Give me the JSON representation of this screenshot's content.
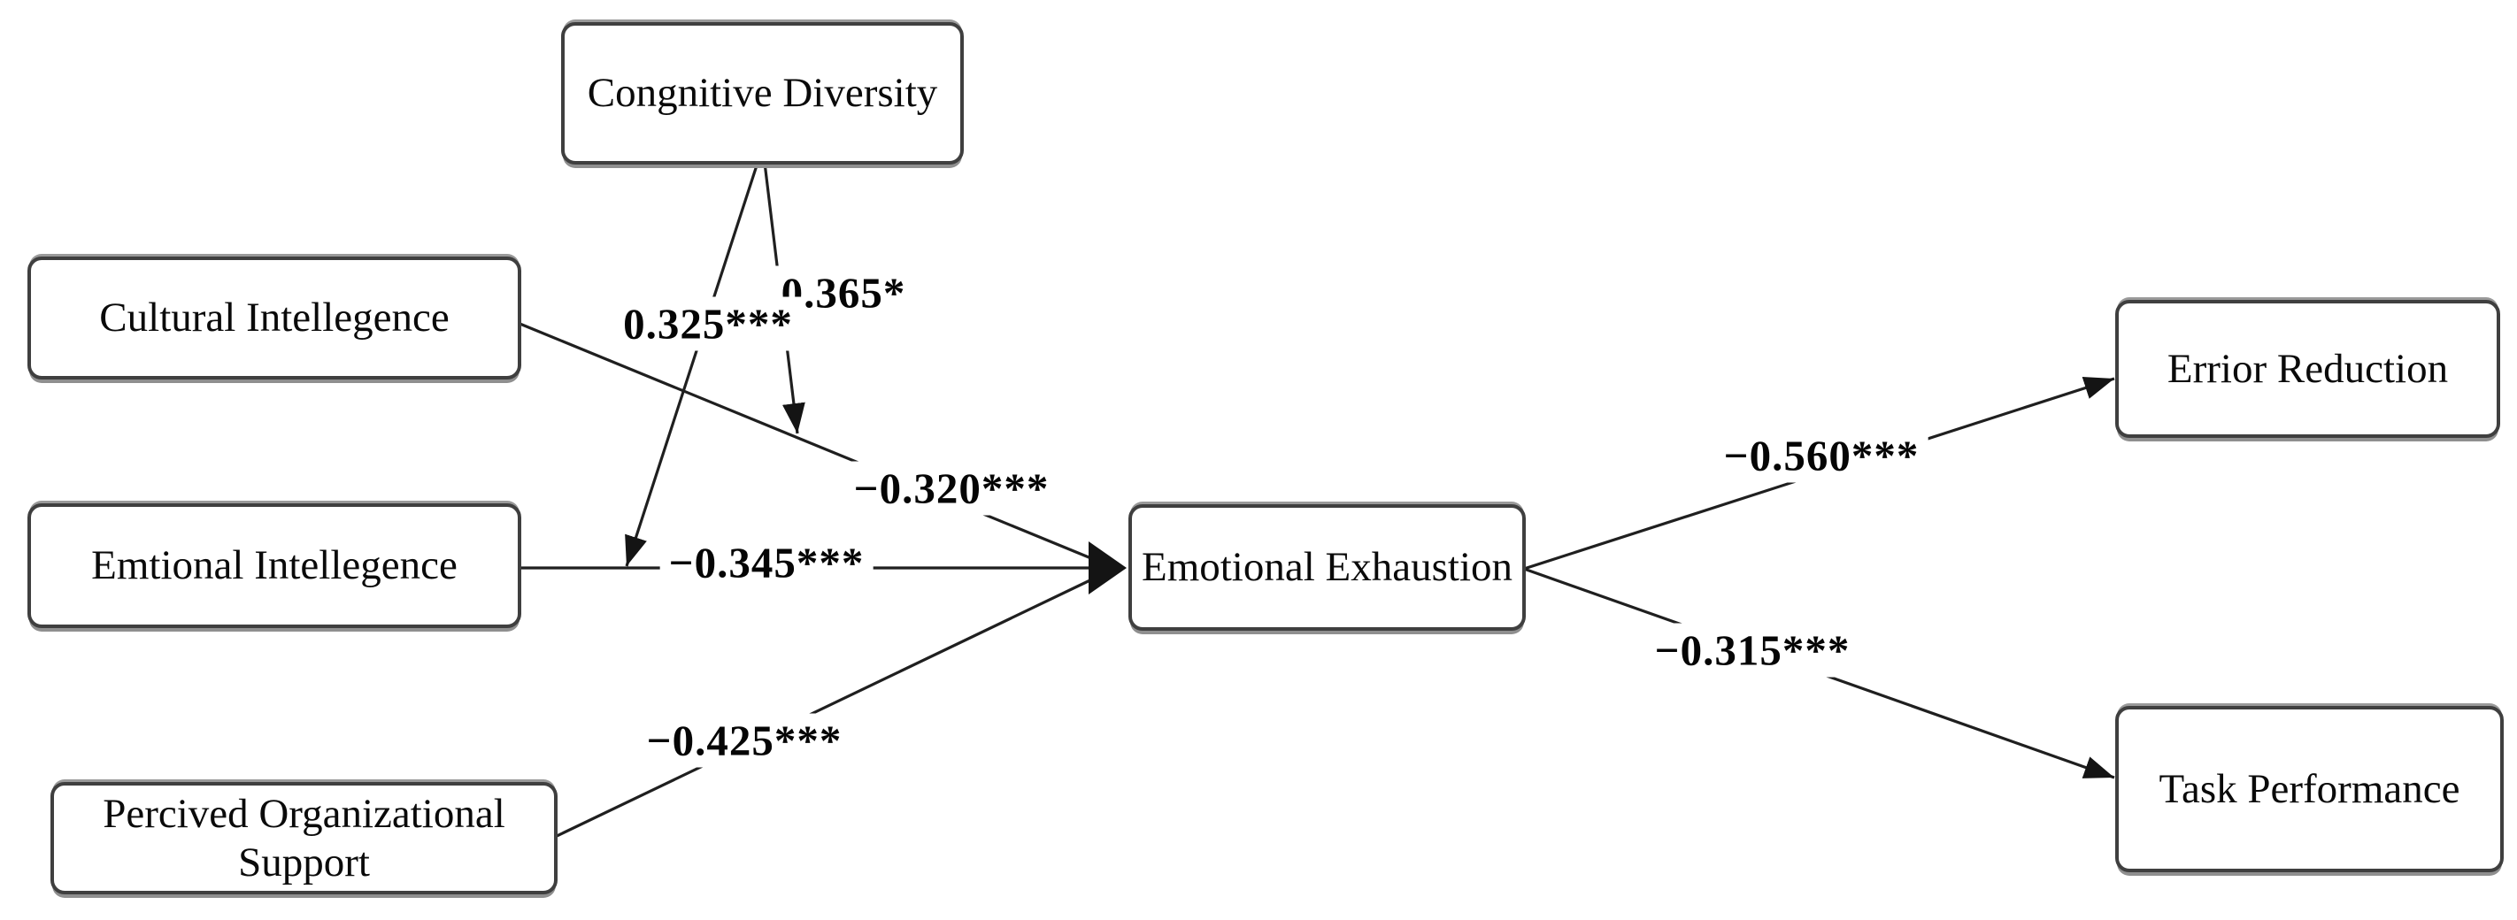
{
  "diagram": {
    "type": "structural-equation-path-model",
    "background": "#ffffff",
    "colors": {
      "line": "#1f1f1f",
      "box_border": "#3f3f3f",
      "text": "#0a0a0a"
    },
    "nodes": [
      {
        "id": "cognitive-diversity",
        "label": "Congnitive Diversity"
      },
      {
        "id": "cultural-intelligence",
        "label": "Cultural Intellegence"
      },
      {
        "id": "emotional-intelligence",
        "label": "Emtional Intellegence"
      },
      {
        "id": "perceived-organizational-support",
        "label": "Percived Organizational Support"
      },
      {
        "id": "emotional-exhaustion",
        "label": "Emotional Exhaustion"
      },
      {
        "id": "error-reduction",
        "label": "Errior Reduction"
      },
      {
        "id": "task-performance",
        "label": "Task Performance"
      }
    ],
    "edges": [
      {
        "from": "Cultural Intellegence",
        "to": "Emotional Exhaustion",
        "label": "−0.320***"
      },
      {
        "from": "Emtional Intellegence",
        "to": "Emotional Exhaustion",
        "label": "−0.345***"
      },
      {
        "from": "Percived Organizational Support",
        "to": "Emotional Exhaustion",
        "label": "−0.425***"
      },
      {
        "from": "Congnitive Diversity",
        "to": "Cultural Intellegence → Emotional Exhaustion path",
        "label": "0.365*"
      },
      {
        "from": "Congnitive Diversity",
        "to": "Emtional Intellegence → Emotional Exhaustion path",
        "label": "0.325***"
      },
      {
        "from": "Emotional Exhaustion",
        "to": "Errior Reduction",
        "label": "−0.560***"
      },
      {
        "from": "Emotional Exhaustion",
        "to": "Task Performance",
        "label": "−0.315***"
      }
    ]
  }
}
